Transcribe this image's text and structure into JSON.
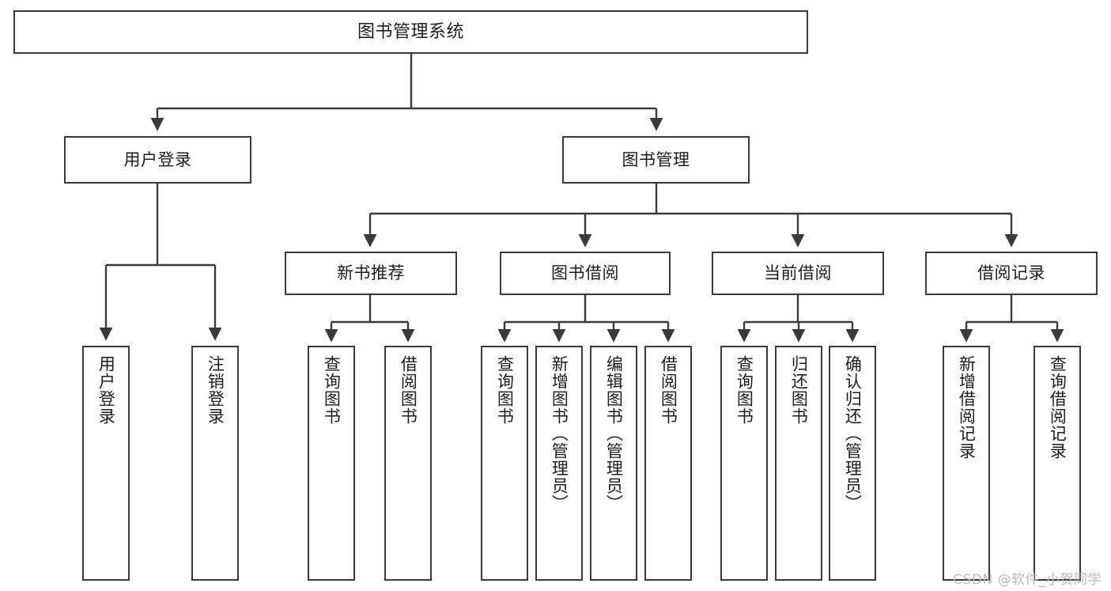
{
  "diagram": {
    "title": "图书管理系统",
    "watermark": "CSDN @软件_小贺同学",
    "stroke_color": "#3a3a3a",
    "background_color": "#ffffff",
    "text_color": "#1d1d1d",
    "watermark_color": "#b9b9b9",
    "type": "tree-hierarchy",
    "levels": 4
  },
  "root": {
    "label": "图书管理系统"
  },
  "level2": {
    "user_login": {
      "label": "用户登录"
    },
    "book_manage": {
      "label": "图书管理"
    }
  },
  "level3": {
    "new_book": {
      "label": "新书推荐"
    },
    "book_borrow": {
      "label": "图书借阅"
    },
    "current_borrow": {
      "label": "当前借阅"
    },
    "borrow_record": {
      "label": "借阅记录"
    }
  },
  "leaves": {
    "user_login": [
      {
        "label": "用户登录"
      },
      {
        "label": "注销登录"
      }
    ],
    "new_book": [
      {
        "label": "查询图书"
      },
      {
        "label": "借阅图书"
      }
    ],
    "book_borrow": [
      {
        "label": "查询图书"
      },
      {
        "label": "新增图书（管理员）"
      },
      {
        "label": "编辑图书（管理员）"
      },
      {
        "label": "借阅图书"
      }
    ],
    "current_borrow": [
      {
        "label": "查询图书"
      },
      {
        "label": "归还图书"
      },
      {
        "label": "确认归还（管理员）"
      }
    ],
    "borrow_record": [
      {
        "label": "新增借阅记录"
      },
      {
        "label": "查询借阅记录"
      }
    ]
  }
}
